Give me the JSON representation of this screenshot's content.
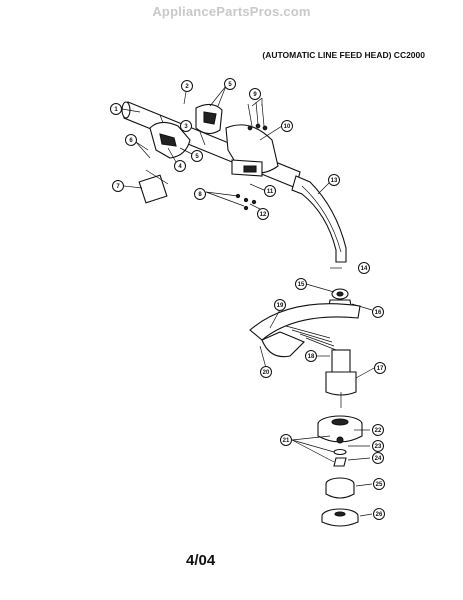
{
  "header": {
    "watermark": "AppliancePartsPros.com",
    "model_title": "(AUTOMATIC LINE FEED HEAD) CC2000"
  },
  "footer": {
    "page_number": "4/04"
  },
  "callouts": [
    "1",
    "2",
    "3",
    "4",
    "5",
    "6",
    "7",
    "8",
    "9",
    "10",
    "11",
    "12",
    "13",
    "14",
    "15",
    "16",
    "17",
    "18",
    "19",
    "20",
    "21",
    "22",
    "23",
    "24",
    "25",
    "26"
  ]
}
